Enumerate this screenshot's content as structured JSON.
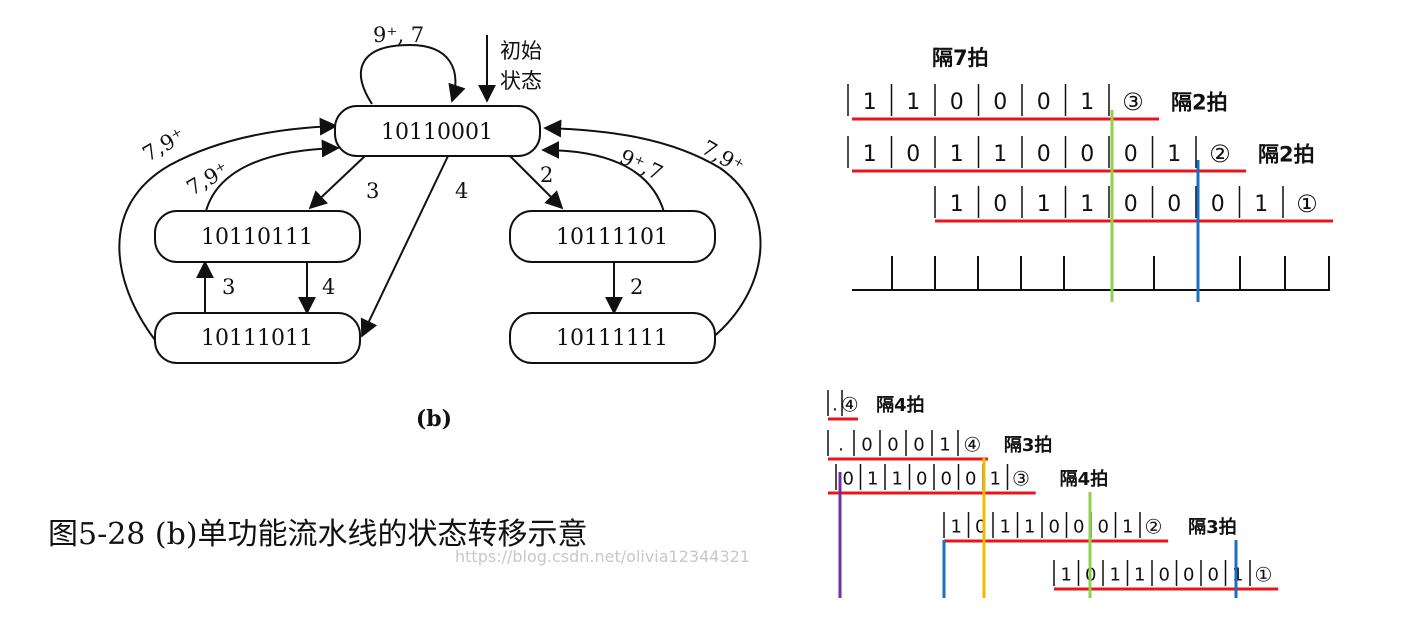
{
  "state_diagram": {
    "initial_label_1": "初始",
    "initial_label_2": "状态",
    "states": [
      "10110001",
      "10110111",
      "10111101",
      "10111011",
      "10111111"
    ],
    "edge_labels": {
      "self_loop": "9⁺, 7",
      "left_outer": "7,9⁺",
      "left_inner": "7,9⁺",
      "right_inner": "9⁺,7",
      "right_outer": "7,9⁺",
      "to_10110111": "3",
      "to_10111011": "4",
      "to_10111101": "2",
      "up_left": "3",
      "down_left": "4",
      "down_right": "2"
    },
    "subcaption": "(b)",
    "caption": "图5-28  (b)单功能流水线的状态转移示意",
    "watermark": "https://blog.csdn.net/olivia12344321"
  },
  "top_schedule": {
    "title": "隔7拍",
    "rows": [
      {
        "cells": [
          "1",
          "1",
          "0",
          "0",
          "0",
          "1"
        ],
        "marker": "③",
        "note": "隔2拍"
      },
      {
        "cells": [
          "1",
          "0",
          "1",
          "1",
          "0",
          "0",
          "0",
          "1"
        ],
        "marker": "②",
        "note": "隔2拍"
      },
      {
        "cells": [
          "1",
          "0",
          "1",
          "1",
          "0",
          "0",
          "0",
          "1"
        ],
        "marker": "①",
        "note": ""
      }
    ]
  },
  "bottom_schedule": {
    "rows": [
      {
        "cells": [
          "."
        ],
        "marker": "④",
        "note": "隔4拍"
      },
      {
        "cells": [
          ".",
          "0",
          "0",
          "0",
          "1"
        ],
        "marker": "④",
        "note": "隔3拍"
      },
      {
        "cells": [
          "0",
          "1",
          "1",
          "0",
          "0",
          "0",
          "1"
        ],
        "marker": "③",
        "note": "隔4拍"
      },
      {
        "cells": [
          "1",
          "0",
          "1",
          "1",
          "0",
          "0",
          "0",
          "1"
        ],
        "marker": "②",
        "note": "隔3拍"
      },
      {
        "cells": [
          "1",
          "0",
          "1",
          "1",
          "0",
          "0",
          "0",
          "1"
        ],
        "marker": "①",
        "note": ""
      }
    ]
  },
  "colors": {
    "underline": "#e8141e",
    "green": "#8fd14f",
    "blue": "#1a6fc0",
    "purple": "#7030a0",
    "orange": "#f5b800"
  }
}
